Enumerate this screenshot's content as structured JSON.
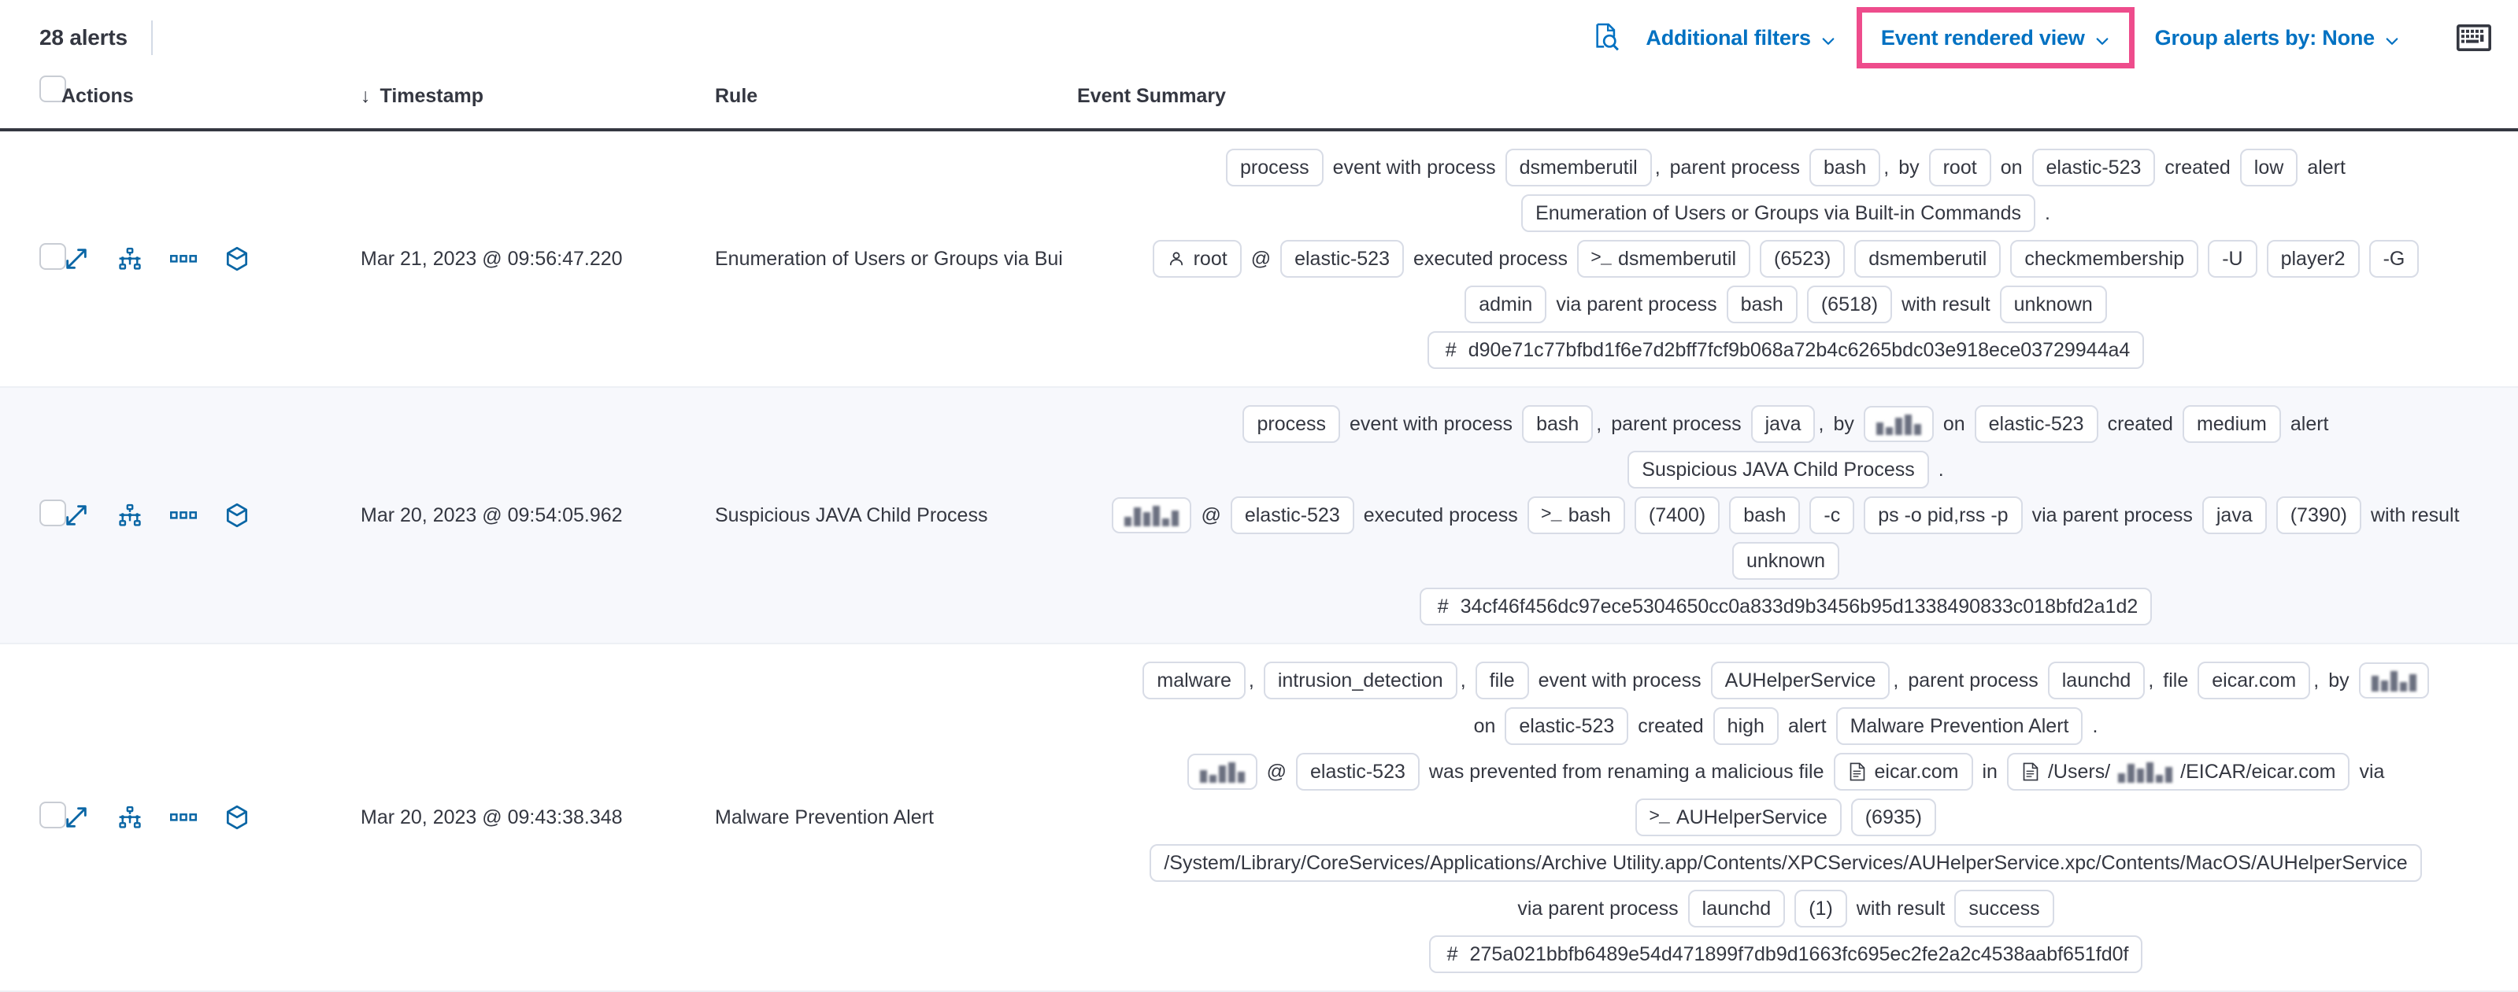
{
  "toolbar": {
    "alert_count": "28 alerts",
    "inspect_icon": "inspect-search-icon",
    "additional_filters": "Additional filters",
    "event_rendered_view": "Event rendered view",
    "group_alerts_by": "Group alerts by: None",
    "keyboard_icon": "keyboard-icon",
    "highlight_color": "#ee4c8c",
    "link_color": "#0071c2"
  },
  "table": {
    "columns": {
      "select_all": "",
      "actions": "Actions",
      "timestamp": "Timestamp",
      "sort_indicator": "↓",
      "rule": "Rule",
      "event_summary": "Event Summary"
    },
    "row_actions": [
      {
        "name": "expand-icon",
        "title": "Expand"
      },
      {
        "name": "analyzer-icon",
        "title": "Analyze event"
      },
      {
        "name": "more-actions-icon",
        "title": "More actions"
      },
      {
        "name": "session-view-icon",
        "title": "Session view"
      }
    ],
    "rows": [
      {
        "timestamp": "Mar 21, 2023 @ 09:56:47.220",
        "rule": "Enumeration of Users or Groups via Bui",
        "severity": "low",
        "lines": [
          [
            {
              "t": "badge",
              "v": "process"
            },
            {
              "t": "txt",
              "v": "event with process"
            },
            {
              "t": "badge",
              "v": "dsmemberutil"
            },
            {
              "t": "punct",
              "v": ","
            },
            {
              "t": "txt",
              "v": "parent process"
            },
            {
              "t": "badge",
              "v": "bash"
            },
            {
              "t": "punct",
              "v": ","
            },
            {
              "t": "txt",
              "v": "by"
            },
            {
              "t": "badge",
              "v": "root"
            },
            {
              "t": "txt",
              "v": "on"
            },
            {
              "t": "badge",
              "v": "elastic-523"
            },
            {
              "t": "txt",
              "v": "created"
            },
            {
              "t": "badge",
              "v": "low"
            },
            {
              "t": "txt",
              "v": "alert"
            }
          ],
          [
            {
              "t": "badge",
              "v": "Enumeration of Users or Groups via Built-in Commands"
            },
            {
              "t": "txt",
              "v": "."
            }
          ],
          [
            {
              "t": "badge",
              "v": "root",
              "icon": "user-icon"
            },
            {
              "t": "txt",
              "v": "@"
            },
            {
              "t": "badge",
              "v": "elastic-523"
            },
            {
              "t": "txt",
              "v": "executed process"
            },
            {
              "t": "badge",
              "v": "dsmemberutil",
              "icon": "console-icon"
            },
            {
              "t": "badge",
              "v": "(6523)"
            },
            {
              "t": "badge",
              "v": "dsmemberutil"
            },
            {
              "t": "badge",
              "v": "checkmembership"
            },
            {
              "t": "badge",
              "v": "-U"
            },
            {
              "t": "badge",
              "v": "player2"
            },
            {
              "t": "badge",
              "v": "-G"
            }
          ],
          [
            {
              "t": "badge",
              "v": "admin"
            },
            {
              "t": "txt",
              "v": "via parent process"
            },
            {
              "t": "badge",
              "v": "bash"
            },
            {
              "t": "badge",
              "v": "(6518)"
            },
            {
              "t": "txt",
              "v": "with result"
            },
            {
              "t": "badge",
              "v": "unknown"
            }
          ],
          [
            {
              "t": "hash",
              "v": "d90e71c77bfbd1f6e7d2bff7fcf9b068a72b4c6265bdc03e918ece03729944a4"
            }
          ]
        ]
      },
      {
        "timestamp": "Mar 20, 2023 @ 09:54:05.962",
        "rule": "Suspicious JAVA Child Process",
        "severity": "medium",
        "lines": [
          [
            {
              "t": "badge",
              "v": "process"
            },
            {
              "t": "txt",
              "v": "event with process"
            },
            {
              "t": "badge",
              "v": "bash"
            },
            {
              "t": "punct",
              "v": ","
            },
            {
              "t": "txt",
              "v": "parent process"
            },
            {
              "t": "badge",
              "v": "java"
            },
            {
              "t": "punct",
              "v": ","
            },
            {
              "t": "txt",
              "v": "by"
            },
            {
              "t": "redacted",
              "v": ""
            },
            {
              "t": "txt",
              "v": "on"
            },
            {
              "t": "badge",
              "v": "elastic-523"
            },
            {
              "t": "txt",
              "v": "created"
            },
            {
              "t": "badge",
              "v": "medium"
            },
            {
              "t": "txt",
              "v": "alert"
            }
          ],
          [
            {
              "t": "badge",
              "v": "Suspicious JAVA Child Process"
            },
            {
              "t": "txt",
              "v": "."
            }
          ],
          [
            {
              "t": "redacted",
              "v": ""
            },
            {
              "t": "txt",
              "v": "@"
            },
            {
              "t": "badge",
              "v": "elastic-523"
            },
            {
              "t": "txt",
              "v": "executed process"
            },
            {
              "t": "badge",
              "v": "bash",
              "icon": "console-icon"
            },
            {
              "t": "badge",
              "v": "(7400)"
            },
            {
              "t": "badge",
              "v": "bash"
            },
            {
              "t": "badge",
              "v": "-c"
            },
            {
              "t": "badge",
              "v": "ps -o pid,rss -p"
            },
            {
              "t": "txt",
              "v": "via parent process"
            },
            {
              "t": "badge",
              "v": "java"
            },
            {
              "t": "badge",
              "v": "(7390)"
            },
            {
              "t": "txt",
              "v": "with result"
            }
          ],
          [
            {
              "t": "badge",
              "v": "unknown"
            }
          ],
          [
            {
              "t": "hash",
              "v": "34cf46f456dc97ece5304650cc0a833d9b3456b95d1338490833c018bfd2a1d2"
            }
          ]
        ]
      },
      {
        "timestamp": "Mar 20, 2023 @ 09:43:38.348",
        "rule": "Malware Prevention Alert",
        "severity": "high",
        "lines": [
          [
            {
              "t": "badge",
              "v": "malware"
            },
            {
              "t": "punct",
              "v": ","
            },
            {
              "t": "badge",
              "v": "intrusion_detection"
            },
            {
              "t": "punct",
              "v": ","
            },
            {
              "t": "badge",
              "v": "file"
            },
            {
              "t": "txt",
              "v": "event with process"
            },
            {
              "t": "badge",
              "v": "AUHelperService"
            },
            {
              "t": "punct",
              "v": ","
            },
            {
              "t": "txt",
              "v": "parent process"
            },
            {
              "t": "badge",
              "v": "launchd"
            },
            {
              "t": "punct",
              "v": ","
            },
            {
              "t": "txt",
              "v": "file"
            },
            {
              "t": "badge",
              "v": "eicar.com"
            },
            {
              "t": "punct",
              "v": ","
            },
            {
              "t": "txt",
              "v": "by"
            },
            {
              "t": "redacted",
              "v": ""
            }
          ],
          [
            {
              "t": "txt",
              "v": "on"
            },
            {
              "t": "badge",
              "v": "elastic-523"
            },
            {
              "t": "txt",
              "v": "created"
            },
            {
              "t": "badge",
              "v": "high"
            },
            {
              "t": "txt",
              "v": "alert"
            },
            {
              "t": "badge",
              "v": "Malware Prevention Alert"
            },
            {
              "t": "txt",
              "v": "."
            }
          ],
          [
            {
              "t": "redacted",
              "v": ""
            },
            {
              "t": "txt",
              "v": "@"
            },
            {
              "t": "badge",
              "v": "elastic-523"
            },
            {
              "t": "txt",
              "v": "was prevented from renaming a malicious file"
            },
            {
              "t": "badge",
              "v": "eicar.com",
              "icon": "file-icon"
            },
            {
              "t": "txt",
              "v": "in"
            },
            {
              "t": "badge-redacted-path",
              "v": "/Users/",
              "suffix": "/EICAR/eicar.com",
              "icon": "file-icon"
            },
            {
              "t": "txt",
              "v": "via"
            }
          ],
          [
            {
              "t": "badge",
              "v": "AUHelperService",
              "icon": "console-icon"
            },
            {
              "t": "badge",
              "v": "(6935)"
            }
          ],
          [
            {
              "t": "badge-path",
              "v": "/System/Library/CoreServices/Applications/Archive Utility.app/Contents/XPCServices/AUHelperService.xpc/Contents/MacOS/AUHelperService"
            }
          ],
          [
            {
              "t": "txt",
              "v": "via parent process"
            },
            {
              "t": "badge",
              "v": "launchd"
            },
            {
              "t": "badge",
              "v": "(1)"
            },
            {
              "t": "txt",
              "v": "with result"
            },
            {
              "t": "badge",
              "v": "success"
            }
          ],
          [
            {
              "t": "hash",
              "v": "275a021bbfb6489e54d471899f7db9d1663fc695ec2fe2a2c4538aabf651fd0f"
            }
          ]
        ]
      }
    ]
  }
}
